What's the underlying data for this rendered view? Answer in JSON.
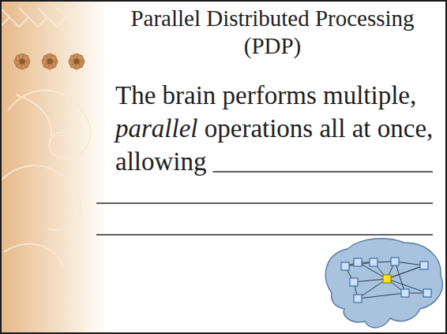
{
  "diagram": {
    "title": "Parallel Distributed Processing (PDP)",
    "labels": [
      "The brain performs multiple,",
      "parallel",
      "operations all at once, allowing"
    ]
  }
}
